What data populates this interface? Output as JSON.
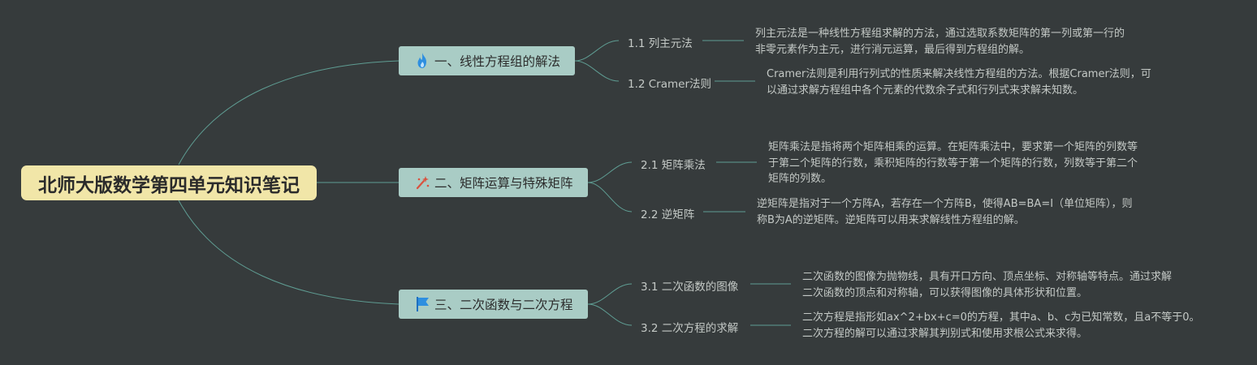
{
  "root": {
    "title": "北师大版数学第四单元知识笔记"
  },
  "branches": [
    {
      "label": "一、线性方程组的解法",
      "icon": "fire-icon",
      "subs": [
        {
          "label": "1.1 列主元法",
          "desc": [
            "列主元法是一种线性方程组求解的方法，通过选取系数矩阵的第一列或第一行的",
            "非零元素作为主元，进行消元运算，最后得到方程组的解。"
          ]
        },
        {
          "label": "1.2 Cramer法则",
          "desc": [
            "Cramer法则是利用行列式的性质来解决线性方程组的方法。根据Cramer法则，可",
            "以通过求解方程组中各个元素的代数余子式和行列式来求解未知数。"
          ]
        }
      ]
    },
    {
      "label": "二、矩阵运算与特殊矩阵",
      "icon": "sparkle-wand-icon",
      "subs": [
        {
          "label": "2.1 矩阵乘法",
          "desc": [
            "矩阵乘法是指将两个矩阵相乘的运算。在矩阵乘法中，要求第一个矩阵的列数等",
            "于第二个矩阵的行数，乘积矩阵的行数等于第一个矩阵的行数，列数等于第二个",
            "矩阵的列数。"
          ]
        },
        {
          "label": "2.2 逆矩阵",
          "desc": [
            "逆矩阵是指对于一个方阵A，若存在一个方阵B，使得AB=BA=I（单位矩阵），则",
            "称B为A的逆矩阵。逆矩阵可以用来求解线性方程组的解。"
          ]
        }
      ]
    },
    {
      "label": "三、二次函数与二次方程",
      "icon": "flag-icon",
      "subs": [
        {
          "label": "3.1 二次函数的图像",
          "desc": [
            "二次函数的图像为抛物线，具有开口方向、顶点坐标、对称轴等特点。通过求解",
            "二次函数的顶点和对称轴，可以获得图像的具体形状和位置。"
          ]
        },
        {
          "label": "3.2 二次方程的求解",
          "desc": [
            "二次方程是指形如ax^2+bx+c=0的方程，其中a、b、c为已知常数，且a不等于0。",
            "二次方程的解可以通过求解其判别式和使用求根公式来求得。"
          ]
        }
      ]
    }
  ],
  "colors": {
    "background": "#363b3c",
    "root_fill": "#f1e6a8",
    "branch_fill": "#a9ccc5",
    "connector": "#5f9d93",
    "text_light": "#c4c9c6",
    "fire": "#2e8fe0",
    "sparkle": "#d9523f",
    "flag": "#2e8fe0"
  }
}
